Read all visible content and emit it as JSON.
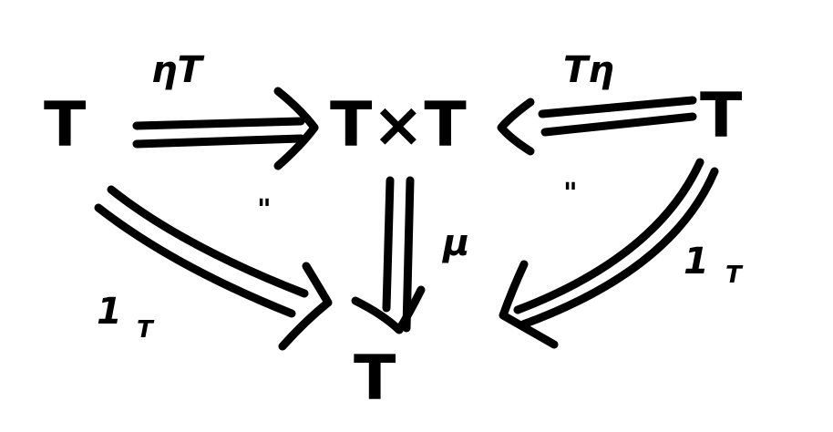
{
  "nodes": {
    "left": "T",
    "center": "T×T",
    "right": "T",
    "bottom": "T"
  },
  "arrows": {
    "top_left_label": "ηT",
    "top_right_label": "Tη",
    "middle_label": "μ",
    "left_diag_label": "1",
    "left_diag_subscript": "T",
    "right_diag_label": "1",
    "right_diag_subscript": "T"
  },
  "equalities": {
    "left_mark": "\"",
    "right_mark": "\""
  }
}
